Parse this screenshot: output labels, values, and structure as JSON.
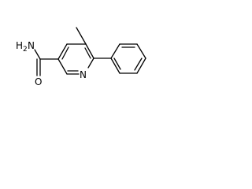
{
  "molecule": {
    "atoms": {
      "amide_n": {
        "element": "N",
        "hydrogens": "2"
      },
      "carbonyl_o": {
        "element": "O"
      },
      "ring_n": {
        "element": "N"
      }
    }
  }
}
